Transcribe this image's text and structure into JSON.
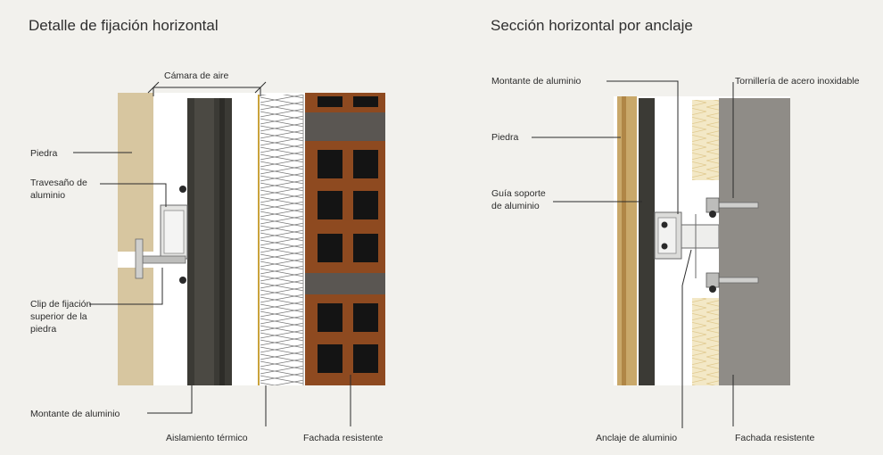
{
  "left": {
    "title": "Detalle de fijación horizontal",
    "labels": {
      "camara": "Cámara de aire",
      "piedra": "Piedra",
      "travesano_1": "Travesaño de",
      "travesano_2": "aluminio",
      "clip_1": "Clip de fijación",
      "clip_2": "superior de la",
      "clip_3": "piedra",
      "montante": "Montante de aluminio",
      "aislamiento": "Aislamiento térmico",
      "fachada": "Fachada resistente"
    }
  },
  "right": {
    "title": "Sección horizontal por anclaje",
    "labels": {
      "montante": "Montante de aluminio",
      "tornilleria": "Tornillería de acero inoxidable",
      "piedra": "Piedra",
      "guia_1": "Guía soporte",
      "guia_2": "de aluminio",
      "anclaje": "Anclaje de aluminio",
      "fachada": "Fachada resistente"
    }
  },
  "colors": {
    "background": "#f2f1ed",
    "stone": "#d7c6a0",
    "aluminium_dark": "#3b3a35",
    "insulation": "#ffffff",
    "brick": "#8e4a20",
    "concrete": "#8f8c87",
    "thermal_yellow": "#f3e8c6"
  }
}
